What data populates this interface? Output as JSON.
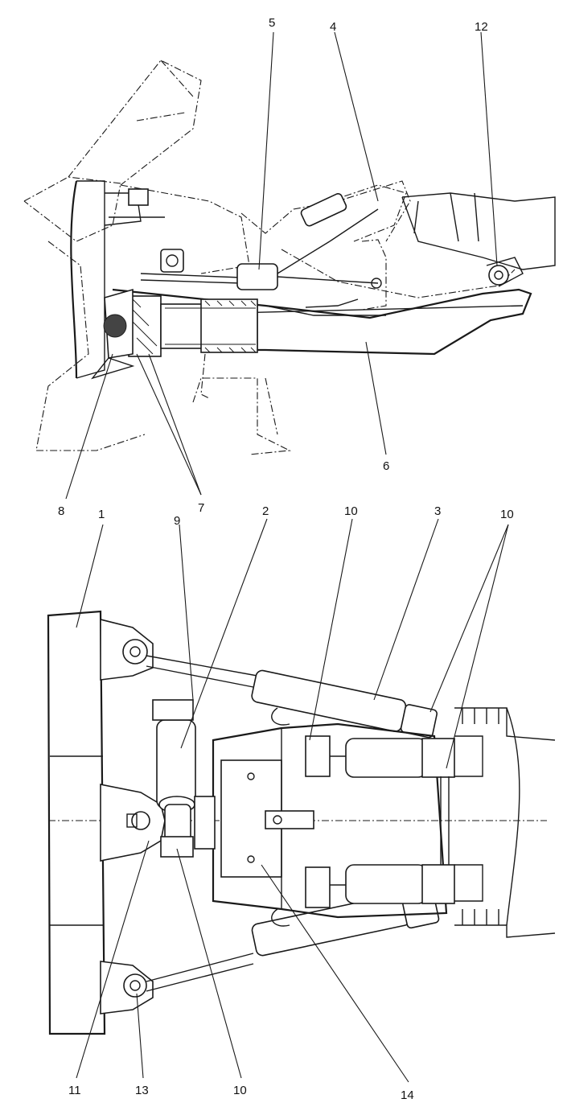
{
  "labels": {
    "top": {
      "l5": "5",
      "l4": "4",
      "l12": "12",
      "l6": "6",
      "l8": "8",
      "l7": "7"
    },
    "bottom": {
      "l1": "1",
      "l9": "9",
      "l2": "2",
      "l10a": "10",
      "l3": "3",
      "l10b": "10",
      "l11": "11",
      "l13": "13",
      "l10c": "10",
      "l14": "14"
    }
  }
}
